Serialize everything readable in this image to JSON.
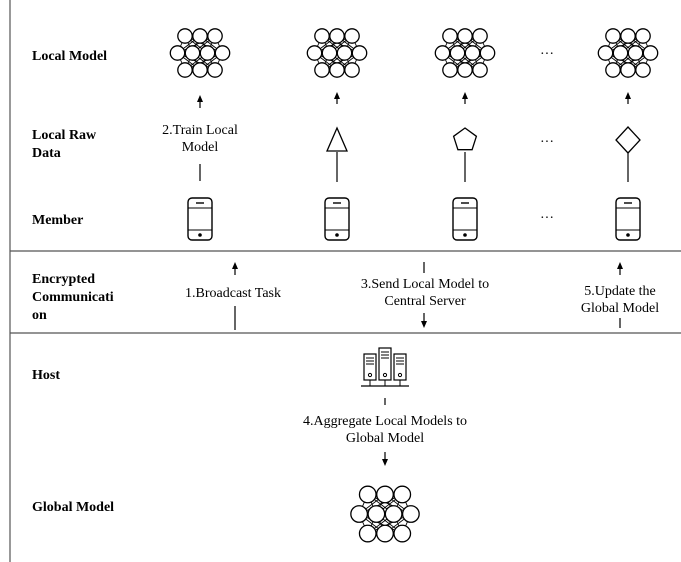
{
  "rows": {
    "local_model": "Local Model",
    "local_raw_data": "Local Raw\nData",
    "member": "Member",
    "encrypted": "Encrypted\nCommunicati\non",
    "host": "Host",
    "global_model": "Global Model"
  },
  "steps": {
    "step1": "1.Broadcast Task",
    "step2": "2.Train Local\nModel",
    "step3": "3.Send Local Model to\nCentral Server",
    "step4": "4.Aggregate Local Models to\nGlobal Model",
    "step5": "5.Update the\nGlobal Model"
  },
  "ellipsis": "···",
  "data_shapes": [
    "triangle",
    "pentagon",
    "diamond"
  ],
  "icons": [
    "neural-network-icon",
    "smartphone-icon",
    "server-icon",
    "triangle-icon",
    "pentagon-icon",
    "diamond-icon"
  ],
  "colors": {
    "line": "#000000",
    "border": "#555555"
  }
}
